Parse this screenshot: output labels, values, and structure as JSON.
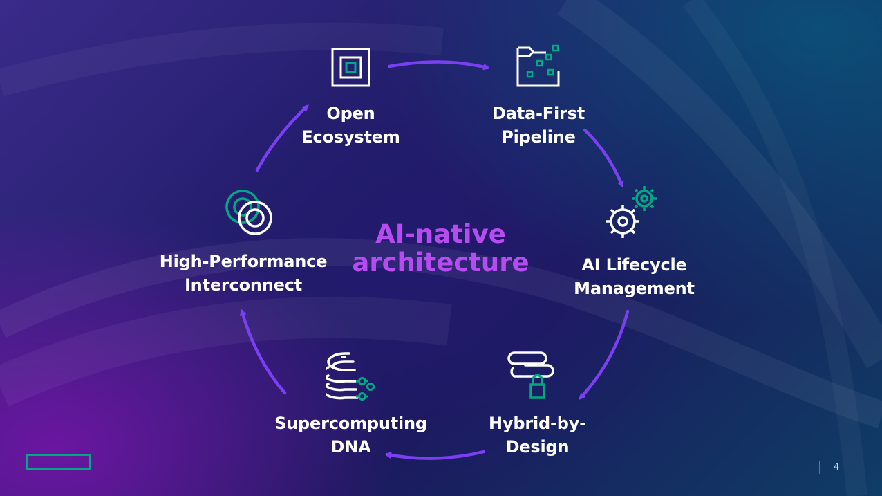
{
  "center_title": {
    "line1": "AI-native",
    "line2": "architecture"
  },
  "nodes": [
    {
      "id": "open-ecosystem",
      "line1": "Open",
      "line2": "Ecosystem",
      "icon": "square-frame-icon"
    },
    {
      "id": "data-first-pipeline",
      "line1": "Data-First",
      "line2": "Pipeline",
      "icon": "folder-data-icon"
    },
    {
      "id": "ai-lifecycle-management",
      "line1": "AI Lifecycle",
      "line2": "Management",
      "icon": "gears-icon"
    },
    {
      "id": "hybrid-by-design",
      "line1": "Hybrid-by-",
      "line2": "Design",
      "icon": "cloud-lock-icon"
    },
    {
      "id": "supercomputing-dna",
      "line1": "Supercomputing",
      "line2": "DNA",
      "icon": "server-stack-icon"
    },
    {
      "id": "high-performance-interconnect",
      "line1": "High-Performance",
      "line2": "Interconnect",
      "icon": "interconnect-rings-icon"
    }
  ],
  "footer": {
    "page_number": "4",
    "logo": "hpe-logo"
  },
  "colors": {
    "accent_green": "#01a982",
    "arrow_purple": "#7b3ff2",
    "title_purple": "#b64cf0",
    "text": "#ffffff"
  }
}
